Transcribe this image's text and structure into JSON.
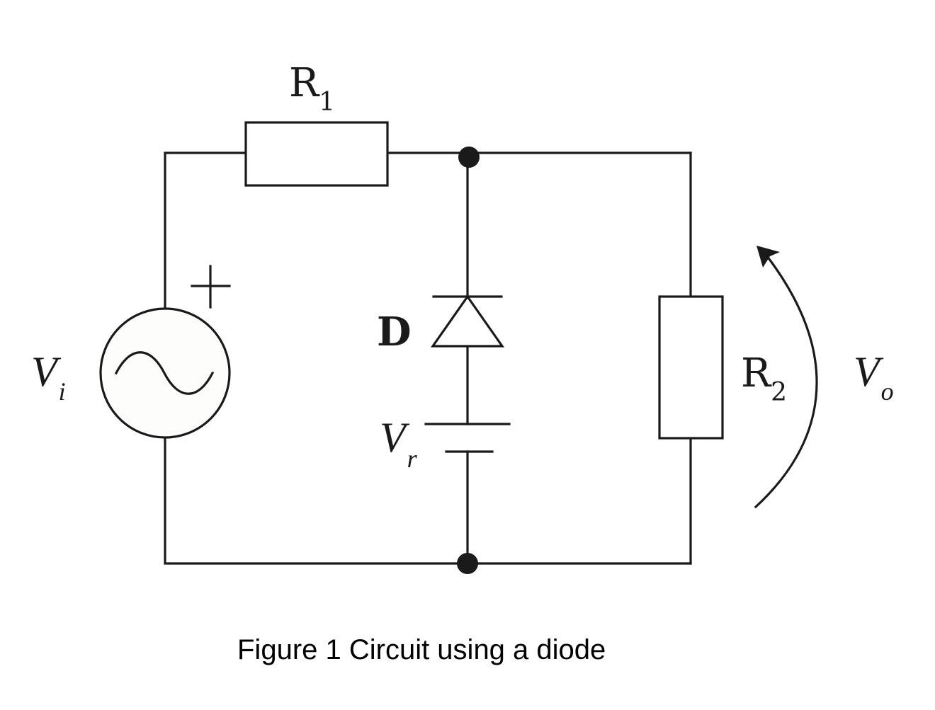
{
  "figure": {
    "caption": "Figure 1 Circuit using a diode",
    "components": {
      "r1": {
        "label": "R",
        "subscript": "1",
        "type": "resistor"
      },
      "r2": {
        "label": "R",
        "subscript": "2",
        "type": "resistor"
      },
      "diode": {
        "label": "D",
        "type": "diode"
      },
      "vr": {
        "label": "V",
        "subscript": "r",
        "type": "dc-voltage-source"
      },
      "vi": {
        "label": "V",
        "subscript": "i",
        "type": "ac-voltage-source",
        "polarity": "+"
      },
      "vo": {
        "label": "V",
        "subscript": "o",
        "type": "output-voltage-arrow"
      }
    },
    "colors": {
      "ink": "#1a1a1a",
      "background": "#ffffff"
    }
  }
}
